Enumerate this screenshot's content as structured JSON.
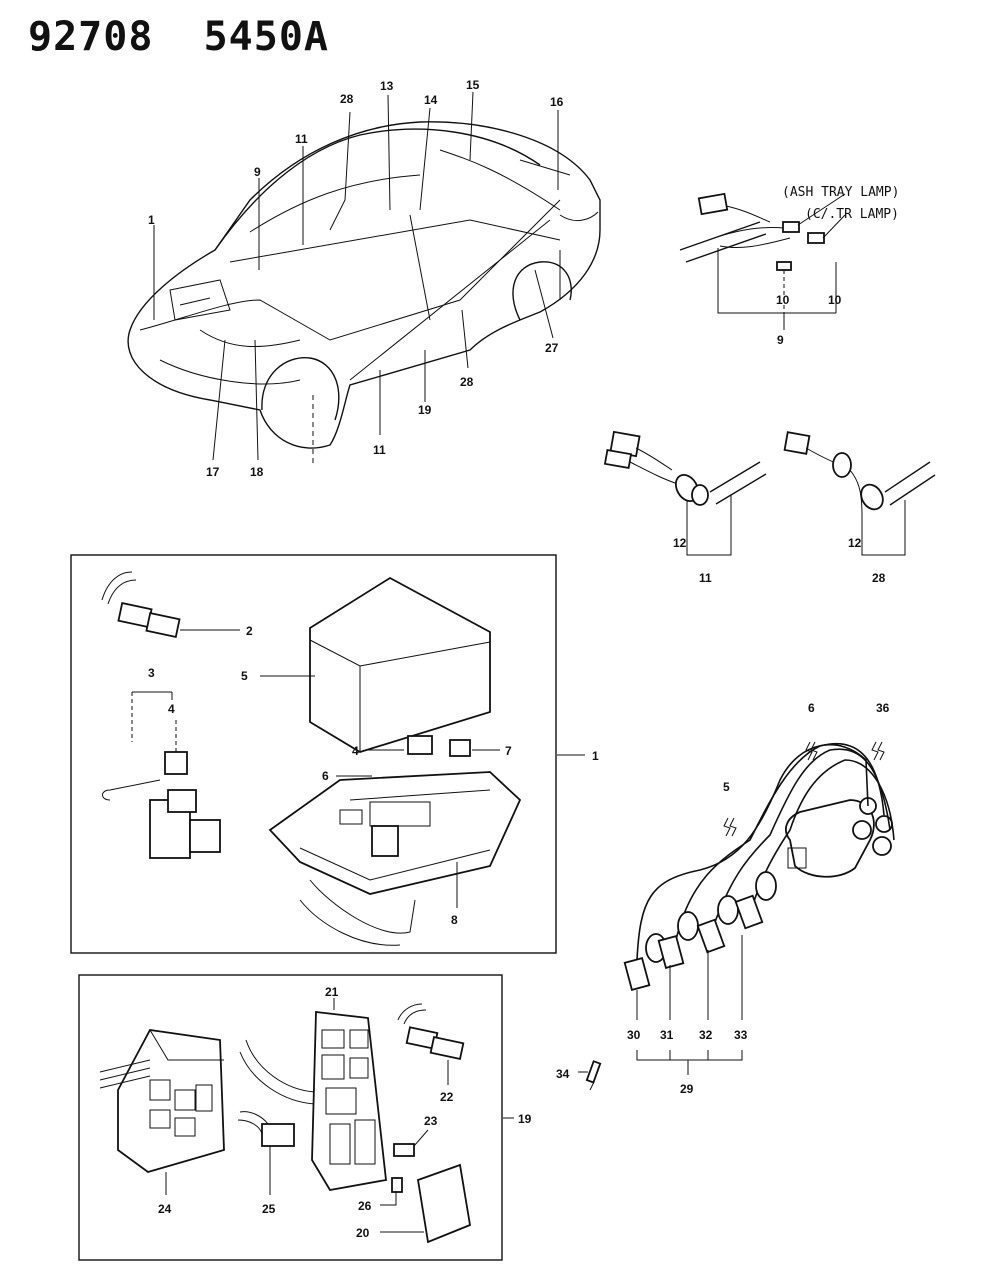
{
  "header": {
    "code1": "92708",
    "code2": "5450A"
  },
  "notes": {
    "ash_tray_lamp": "(ASH TRAY LAMP)",
    "ctr_lamp": "(C/.TR LAMP)"
  },
  "labels": {
    "car_1": "1",
    "car_9": "9",
    "car_11a": "11",
    "car_28a": "28",
    "car_13": "13",
    "car_14": "14",
    "car_15": "15",
    "car_16": "16",
    "car_27": "27",
    "car_28b": "28",
    "car_19": "19",
    "car_11b": "11",
    "car_17": "17",
    "car_18": "18",
    "lamp_10a": "10",
    "lamp_10b": "10",
    "lamp_9": "9",
    "sock_12a": "12",
    "sock_11": "11",
    "sock_12b": "12",
    "sock_28": "28",
    "fb_2": "2",
    "fb_3": "3",
    "fb_4a": "4",
    "fb_5": "5",
    "fb_4b": "4",
    "fb_7": "7",
    "fb_6": "6",
    "fb_1": "1",
    "fb_8": "8",
    "ig_6": "6",
    "ig_36": "36",
    "ig_5": "5",
    "ig_30": "30",
    "ig_31": "31",
    "ig_32": "32",
    "ig_33": "33",
    "ig_29": "29",
    "ig_34": "34",
    "jb_21": "21",
    "jb_22": "22",
    "jb_23": "23",
    "jb_19": "19",
    "jb_24": "24",
    "jb_25": "25",
    "jb_26": "26",
    "jb_20": "20"
  }
}
